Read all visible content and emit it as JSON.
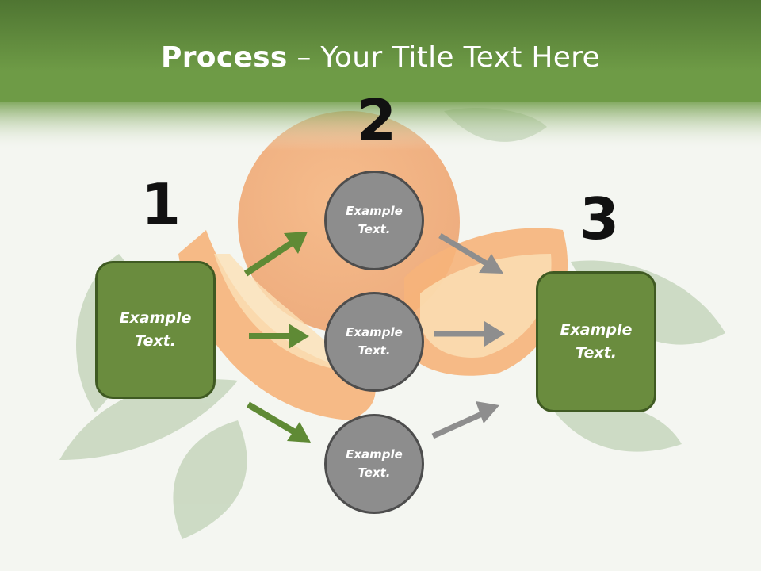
{
  "title": {
    "bold": "Process",
    "rest": " – Your Title Text Here"
  },
  "steps": {
    "one": "1",
    "two": "2",
    "three": "3"
  },
  "left_box": "Example\nText.",
  "right_box": "Example\nText.",
  "circles": [
    "Example\nText.",
    "Example\nText.",
    "Example\nText."
  ],
  "colors": {
    "header_green": "#5a7f38",
    "box_green": "#6a8c3e",
    "arrow_green": "#5f8a35",
    "arrow_gray": "#8e8e8e",
    "circle_gray": "#8d8d8d"
  }
}
